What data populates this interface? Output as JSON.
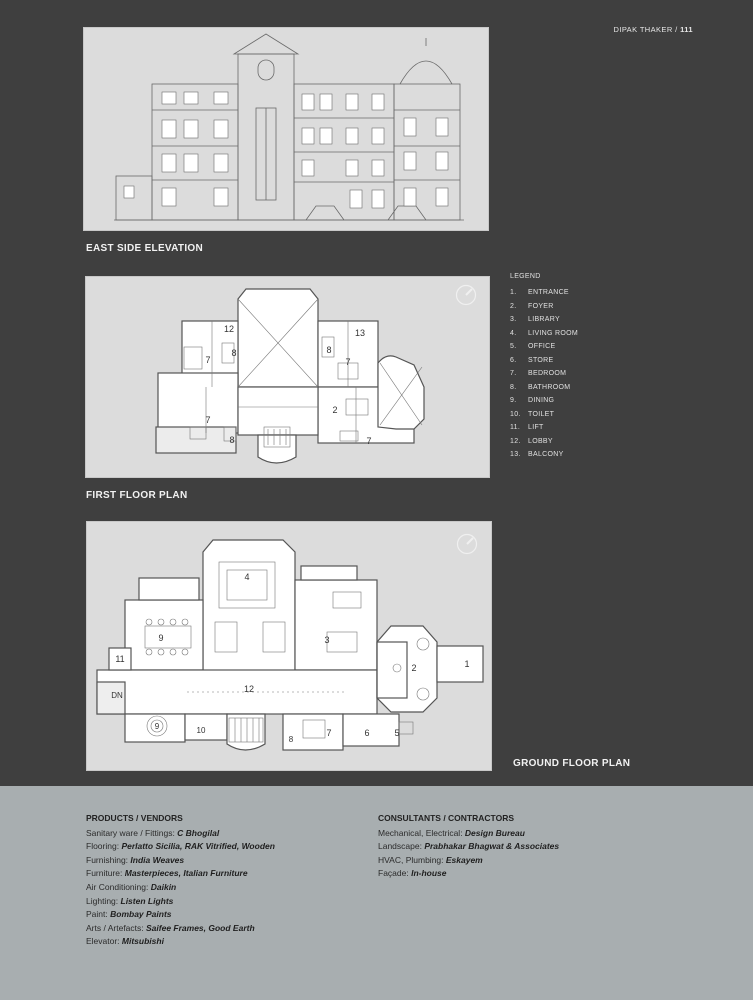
{
  "header": {
    "author": "DIPAK THAKER",
    "separator": "/",
    "page_number": "111"
  },
  "figures": {
    "elevation_caption": "EAST SIDE ELEVATION",
    "first_floor_caption": "FIRST FLOOR PLAN",
    "ground_floor_caption": "GROUND FLOOR PLAN"
  },
  "legend": {
    "heading": "LEGEND",
    "items": [
      {
        "num": "1.",
        "label": "ENTRANCE"
      },
      {
        "num": "2.",
        "label": "FOYER"
      },
      {
        "num": "3.",
        "label": "LIBRARY"
      },
      {
        "num": "4.",
        "label": "LIVING ROOM"
      },
      {
        "num": "5.",
        "label": "OFFICE"
      },
      {
        "num": "6.",
        "label": "STORE"
      },
      {
        "num": "7.",
        "label": "BEDROOM"
      },
      {
        "num": "8.",
        "label": "BATHROOM"
      },
      {
        "num": "9.",
        "label": "DINING"
      },
      {
        "num": "10.",
        "label": "TOILET"
      },
      {
        "num": "11.",
        "label": "LIFT"
      },
      {
        "num": "12.",
        "label": "LOBBY"
      },
      {
        "num": "13.",
        "label": "BALCONY"
      }
    ]
  },
  "first_floor_labels": [
    "12",
    "8",
    "13",
    "8",
    "7",
    "7",
    "7",
    "2",
    "8",
    "7"
  ],
  "ground_floor_labels": [
    "4",
    "9",
    "3",
    "11",
    "DN",
    "12",
    "2",
    "1",
    "9",
    "10",
    "8",
    "7",
    "6",
    "5"
  ],
  "products": {
    "heading": "PRODUCTS / VENDORS",
    "rows": [
      {
        "label": "Sanitary ware / Fittings: ",
        "value": "C Bhogilal"
      },
      {
        "label": "Flooring: ",
        "value": "Perlatto Sicilia, RAK Vitrified, Wooden"
      },
      {
        "label": "Furnishing: ",
        "value": "India Weaves"
      },
      {
        "label": "Furniture: ",
        "value": "Masterpieces, Italian Furniture"
      },
      {
        "label": "Air Conditioning: ",
        "value": "Daikin"
      },
      {
        "label": "Lighting: ",
        "value": "Listen Lights"
      },
      {
        "label": "Paint: ",
        "value": "Bombay Paints"
      },
      {
        "label": "Arts / Artefacts: ",
        "value": "Saifee Frames, Good Earth"
      },
      {
        "label": "Elevator: ",
        "value": "Mitsubishi"
      }
    ]
  },
  "consultants": {
    "heading": "CONSULTANTS / CONTRACTORS",
    "rows": [
      {
        "label": "Mechanical, Electrical: ",
        "value": "Design Bureau"
      },
      {
        "label": "Landscape: ",
        "value": "Prabhakar Bhagwat & Associates"
      },
      {
        "label": "HVAC, Plumbing: ",
        "value": "Eskayem"
      },
      {
        "label": "Façade: ",
        "value": "In-house"
      }
    ]
  },
  "colors": {
    "page_bg": "#3f3f3f",
    "panel_bg": "#dcdcdc",
    "credits_bg": "#a8aeb0",
    "ink": "#555555"
  }
}
